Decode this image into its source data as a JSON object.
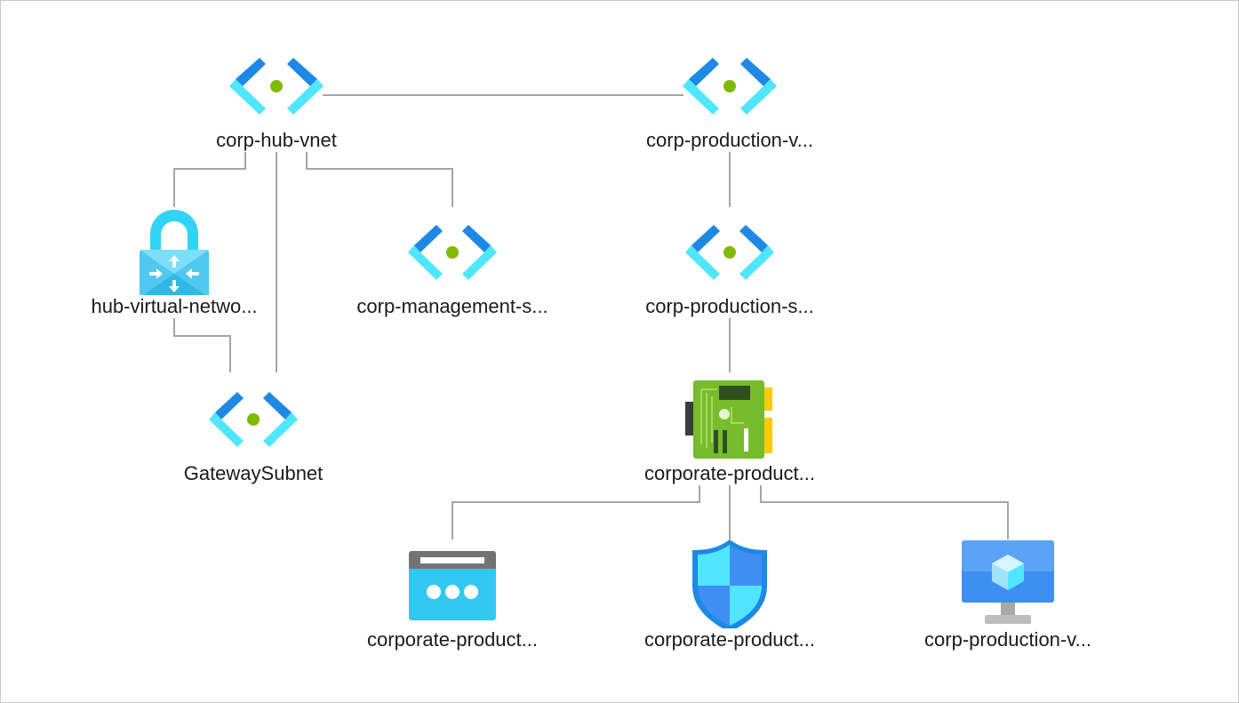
{
  "diagram": {
    "nodes": [
      {
        "id": "hub-vnet",
        "label": "corp-hub-vnet",
        "icon": "vnet-icon"
      },
      {
        "id": "prod-vnet",
        "label": "corp-production-v...",
        "icon": "vnet-icon"
      },
      {
        "id": "vpn-gateway",
        "label": "hub-virtual-netwo...",
        "icon": "vpn-gateway-icon"
      },
      {
        "id": "mgmt-subnet",
        "label": "corp-management-s...",
        "icon": "subnet-icon"
      },
      {
        "id": "prod-subnet",
        "label": "corp-production-s...",
        "icon": "subnet-icon"
      },
      {
        "id": "gateway-subnet",
        "label": "GatewaySubnet",
        "icon": "subnet-icon"
      },
      {
        "id": "nic",
        "label": "corporate-product...",
        "icon": "network-interface-icon"
      },
      {
        "id": "public-ip",
        "label": "corporate-product...",
        "icon": "public-ip-icon"
      },
      {
        "id": "nsg",
        "label": "corporate-product...",
        "icon": "network-security-group-icon"
      },
      {
        "id": "vm",
        "label": "corp-production-v...",
        "icon": "virtual-machine-icon"
      }
    ],
    "edges": [
      {
        "from": "hub-vnet",
        "to": "prod-vnet"
      },
      {
        "from": "hub-vnet",
        "to": "vpn-gateway"
      },
      {
        "from": "hub-vnet",
        "to": "gateway-subnet"
      },
      {
        "from": "hub-vnet",
        "to": "mgmt-subnet"
      },
      {
        "from": "vpn-gateway",
        "to": "gateway-subnet"
      },
      {
        "from": "prod-vnet",
        "to": "prod-subnet"
      },
      {
        "from": "prod-subnet",
        "to": "nic"
      },
      {
        "from": "nic",
        "to": "public-ip"
      },
      {
        "from": "nic",
        "to": "nsg"
      },
      {
        "from": "nic",
        "to": "vm"
      }
    ],
    "colors": {
      "edge": "#a6a6a6",
      "vnet_dark": "#1e88e5",
      "vnet_light": "#50e6ff",
      "vnet_dot": "#7fba00",
      "nic_green": "#76bc2d",
      "nic_yellow": "#ffca00",
      "vpn_cyan": "#32d4f5",
      "nsg_blue": "#1e88e5",
      "vm_blue": "#3f8ef2"
    }
  }
}
